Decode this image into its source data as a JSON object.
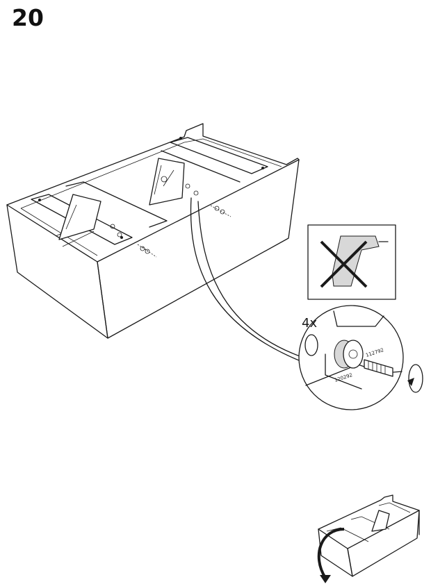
{
  "step": {
    "number": "20"
  },
  "detail": {
    "quantity": "4x",
    "part_ids": [
      "112792",
      "120292"
    ]
  },
  "icons": [
    "no-power-drill-icon",
    "rotate-arrow-icon",
    "flip-over-arrow-icon"
  ]
}
